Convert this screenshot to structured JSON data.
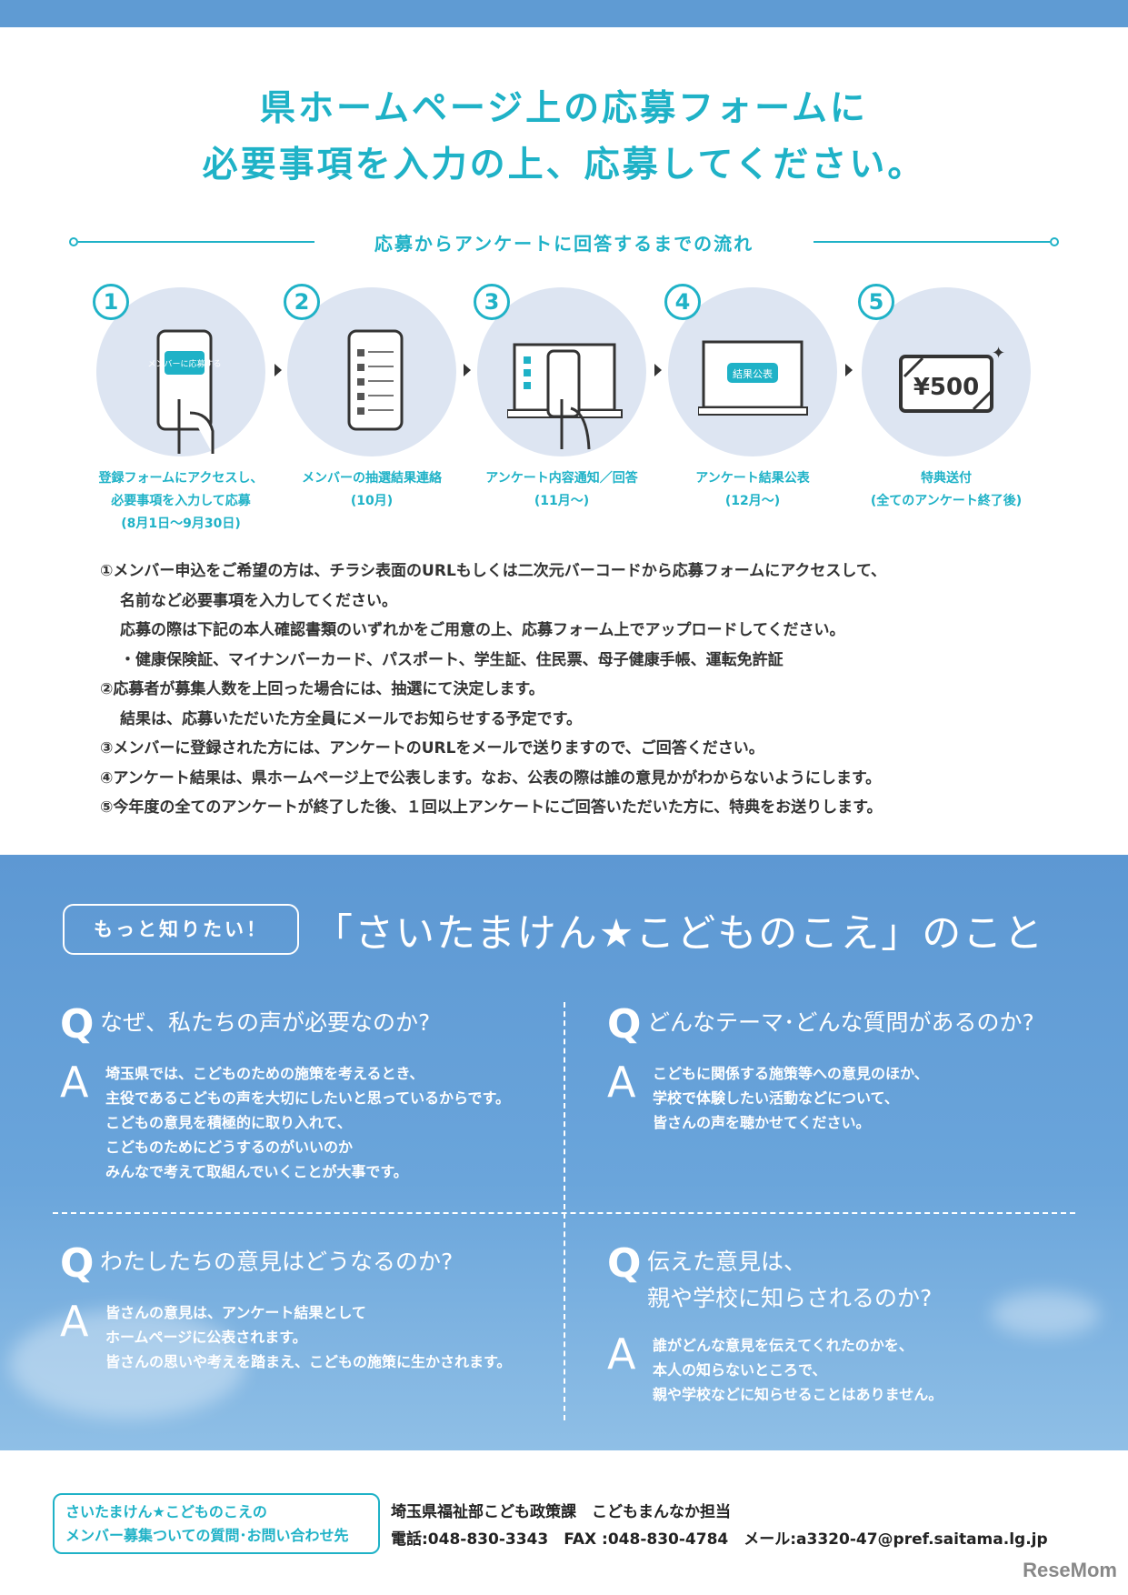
{
  "title": {
    "line1": "県ホームページ上の応募フォームに",
    "line2": "必要事項を入力の上、応募してください。"
  },
  "flow": {
    "heading": "応募からアンケートに回答するまでの流れ",
    "steps": [
      {
        "num": "1",
        "icon_text": "メンバーに応募する",
        "caption": [
          "登録フォームにアクセスし、",
          "必要事項を入力して応募",
          "(8月1日～9月30日)"
        ]
      },
      {
        "num": "2",
        "caption": [
          "メンバーの抽選結果連絡",
          "(10月)"
        ]
      },
      {
        "num": "3",
        "caption": [
          "アンケート内容通知／回答",
          "(11月～)"
        ]
      },
      {
        "num": "4",
        "icon_text": "結果公表",
        "caption": [
          "アンケート結果公表",
          "(12月～)"
        ]
      },
      {
        "num": "5",
        "icon_text": "¥500",
        "caption": [
          "特典送付",
          "(全てのアンケート終了後)"
        ]
      }
    ]
  },
  "notes": [
    "①メンバー申込をご希望の方は、チラシ表面のURLもしくは二次元バーコードから応募フォームにアクセスして、",
    "名前など必要事項を入力してください。",
    "応募の際は下記の本人確認書類のいずれかをご用意の上、応募フォーム上でアップロードしてください。",
    "・健康保険証、マイナンバーカード、パスポート、学生証、住民票、母子健康手帳、運転免許証",
    "②応募者が募集人数を上回った場合には、抽選にて決定します。",
    "結果は、応募いただいた方全員にメールでお知らせする予定です。",
    "③メンバーに登録された方には、アンケートのURLをメールで送りますので、ご回答ください。",
    "④アンケート結果は、県ホームページ上で公表します。なお、公表の際は誰の意見かがわからないようにします。",
    "⑤今年度の全てのアンケートが終了した後、１回以上アンケートにご回答いただいた方に、特典をお送りします。"
  ],
  "faq": {
    "badge": "もっと知りたい！",
    "heading": "「さいたまけん★こどものこえ」のこと",
    "q_letter": "Q",
    "a_letter": "A",
    "items": [
      {
        "q": "なぜ、私たちの声が必要なのか?",
        "a": [
          "埼玉県では、こどものための施策を考えるとき、",
          "主役であるこどもの声を大切にしたいと思っているからです。",
          "こどもの意見を積極的に取り入れて、",
          "こどものためにどうするのがいいのか",
          "みんなで考えて取組んでいくことが大事です。"
        ]
      },
      {
        "q": "どんなテーマ･どんな質問があるのか?",
        "a": [
          "こどもに関係する施策等への意見のほか、",
          "学校で体験したい活動などについて、",
          "皆さんの声を聴かせてください。"
        ]
      },
      {
        "q": "わたしたちの意見はどうなるのか?",
        "a": [
          "皆さんの意見は、アンケート結果として",
          "ホームページに公表されます。",
          "皆さんの思いや考えを踏まえ、こどもの施策に生かされます。"
        ]
      },
      {
        "q": "伝えた意見は、\n親や学校に知らされるのか?",
        "a": [
          "誰がどんな意見を伝えてくれたのかを、",
          "本人の知らないところで、",
          "親や学校などに知らせることはありません。"
        ]
      }
    ]
  },
  "footer": {
    "box": [
      "さいたまけん★こどものこえの",
      "メンバー募集ついての質問･お問い合わせ先"
    ],
    "dept": "埼玉県福祉部こども政策課　こどもまんなか担当",
    "contact": "電話:048-830-3343　FAX :048-830-4784　メール:a3320-47@pref.saitama.lg.jp",
    "logo": "ReseMom"
  }
}
